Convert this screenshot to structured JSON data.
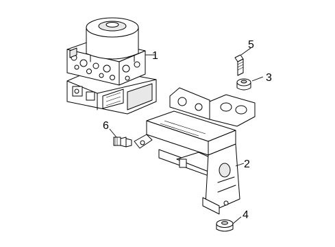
{
  "callouts": [
    {
      "id": "1",
      "label": "1"
    },
    {
      "id": "2",
      "label": "2"
    },
    {
      "id": "3",
      "label": "3"
    },
    {
      "id": "4",
      "label": "4"
    },
    {
      "id": "5",
      "label": "5"
    },
    {
      "id": "6",
      "label": "6"
    }
  ],
  "colors": {
    "line": "#000000",
    "background": "#ffffff",
    "shade": "#e8e8e8"
  }
}
